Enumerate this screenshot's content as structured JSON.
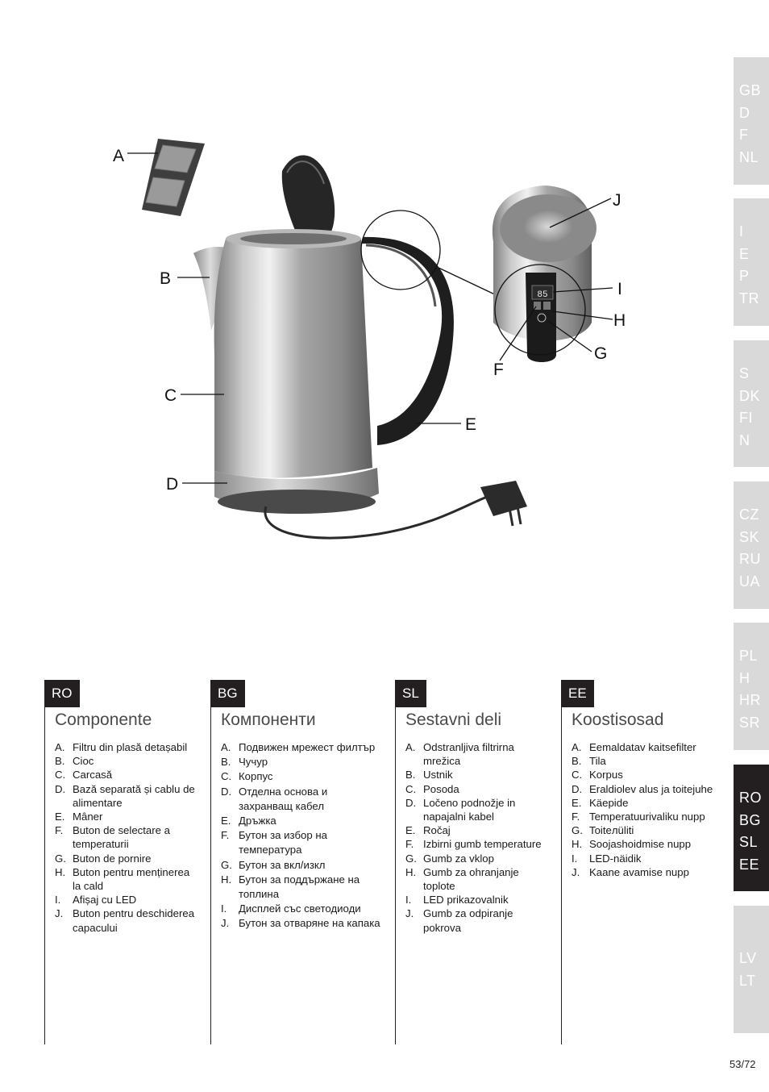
{
  "language_tabs": [
    {
      "codes": [
        "GB",
        "D",
        "F",
        "NL"
      ],
      "active": false
    },
    {
      "codes": [
        "I",
        "E",
        "P",
        "TR"
      ],
      "active": false
    },
    {
      "codes": [
        "S",
        "DK",
        "FI",
        "N"
      ],
      "active": false
    },
    {
      "codes": [
        "CZ",
        "SK",
        "RU",
        "UA"
      ],
      "active": false
    },
    {
      "codes": [
        "PL",
        "H",
        "HR",
        "SR"
      ],
      "active": false
    },
    {
      "codes": [
        "RO",
        "BG",
        "SL",
        "EE"
      ],
      "active": true
    },
    {
      "codes": [
        "LV",
        "LT"
      ],
      "active": false
    }
  ],
  "figure": {
    "labels": [
      "A",
      "B",
      "C",
      "D",
      "E",
      "F",
      "G",
      "H",
      "I",
      "J"
    ],
    "display_value": "85"
  },
  "columns": [
    {
      "code": "RO",
      "title": "Componente",
      "items": [
        {
          "key": "A.",
          "lines": [
            "Filtru din plasă detașabil"
          ]
        },
        {
          "key": "B.",
          "lines": [
            "Cioc"
          ]
        },
        {
          "key": "C.",
          "lines": [
            "Carcasă"
          ]
        },
        {
          "key": "D.",
          "lines": [
            "Bază separată și cablu de",
            "alimentare"
          ]
        },
        {
          "key": "E.",
          "lines": [
            "Mâner"
          ]
        },
        {
          "key": "F.",
          "lines": [
            "Buton de selectare a",
            "temperaturii"
          ]
        },
        {
          "key": "G.",
          "lines": [
            "Buton de pornire"
          ]
        },
        {
          "key": "H.",
          "lines": [
            "Buton pentru menținerea",
            "la cald"
          ]
        },
        {
          "key": "I.",
          "lines": [
            "Afișaj cu LED"
          ]
        },
        {
          "key": "J.",
          "lines": [
            "Buton pentru deschiderea",
            "capacului"
          ]
        }
      ]
    },
    {
      "code": "BG",
      "title": "Компоненти",
      "items": [
        {
          "key": "A.",
          "lines": [
            "Подвижен мрежест филтър"
          ]
        },
        {
          "key": "B.",
          "lines": [
            "Чучур"
          ]
        },
        {
          "key": "C.",
          "lines": [
            "Корпус"
          ]
        },
        {
          "key": "D.",
          "lines": [
            "Отделна основа и",
            "захранващ кабел"
          ]
        },
        {
          "key": "E.",
          "lines": [
            "Дръжка"
          ]
        },
        {
          "key": "F.",
          "lines": [
            "Бутон за избор на",
            "температура"
          ]
        },
        {
          "key": "G.",
          "lines": [
            "Бутон за вкл/изкл"
          ]
        },
        {
          "key": "H.",
          "lines": [
            "Бутон за поддържане на",
            "топлина"
          ]
        },
        {
          "key": "I.",
          "lines": [
            "Дисплей със светодиоди"
          ]
        },
        {
          "key": "J.",
          "lines": [
            "Бутон за отваряне на капака"
          ]
        }
      ]
    },
    {
      "code": "SL",
      "title": "Sestavni deli",
      "items": [
        {
          "key": "A.",
          "lines": [
            "Odstranljiva filtrirna",
            "mrežica"
          ]
        },
        {
          "key": "B.",
          "lines": [
            "Ustnik"
          ]
        },
        {
          "key": "C.",
          "lines": [
            "Posoda"
          ]
        },
        {
          "key": "D.",
          "lines": [
            "Ločeno podnožje in",
            "napajalni kabel"
          ]
        },
        {
          "key": "E.",
          "lines": [
            "Ročaj"
          ]
        },
        {
          "key": "F.",
          "lines": [
            "Izbirni gumb temperature"
          ]
        },
        {
          "key": "G.",
          "lines": [
            "Gumb za vklop"
          ]
        },
        {
          "key": "H.",
          "lines": [
            "Gumb za ohranjanje",
            "toplote"
          ]
        },
        {
          "key": "I.",
          "lines": [
            "LED prikazovalnik"
          ]
        },
        {
          "key": "J.",
          "lines": [
            "Gumb za odpiranje",
            "pokrova"
          ]
        }
      ]
    },
    {
      "code": "EE",
      "title": "Koostisosad",
      "items": [
        {
          "key": "A.",
          "lines": [
            "Eemaldatav kaitsefilter"
          ]
        },
        {
          "key": "B.",
          "lines": [
            "Tila"
          ]
        },
        {
          "key": "C.",
          "lines": [
            "Korpus"
          ]
        },
        {
          "key": "D.",
          "lines": [
            "Eraldiolev alus ja toitejuhe"
          ]
        },
        {
          "key": "E.",
          "lines": [
            "Käepide"
          ]
        },
        {
          "key": "F.",
          "lines": [
            "Temperatuurivaliku nupp"
          ]
        },
        {
          "key": "G.",
          "lines": [
            "Toiteлüliti"
          ]
        },
        {
          "key": "H.",
          "lines": [
            "Soojashoidmise nupp"
          ]
        },
        {
          "key": "I.",
          "lines": [
            "LED-näidik"
          ]
        },
        {
          "key": "J.",
          "lines": [
            "Kaane avamise nupp"
          ]
        }
      ]
    }
  ],
  "page_number": "53/72"
}
